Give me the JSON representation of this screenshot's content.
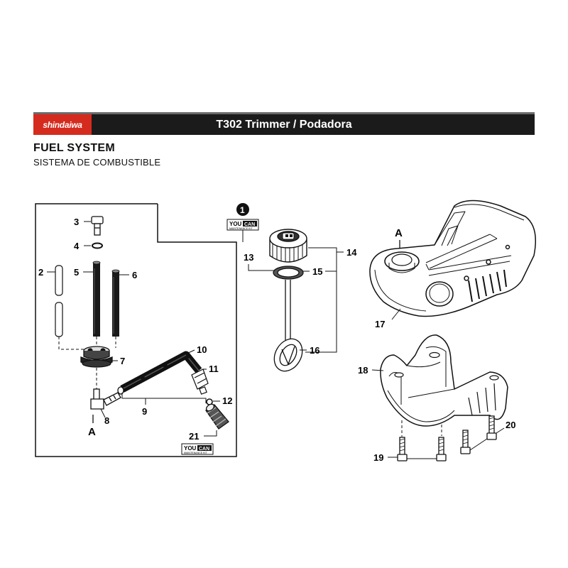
{
  "header": {
    "brand": "shindaiwa",
    "model_title": "T302 Trimmer / Podadora",
    "section_title": "FUEL SYSTEM",
    "section_subtitle": "SISTEMA DE COMBUSTIBLE"
  },
  "kit_badge": {
    "top": "YOU",
    "can": "CAN",
    "bottom": "MAINTENANCE KIT",
    "circle_number": "1"
  },
  "parts": {
    "p2": "2",
    "p3": "3",
    "p4": "4",
    "p5": "5",
    "p6": "6",
    "p7": "7",
    "p8": "8",
    "p9": "9",
    "p10": "10",
    "p11": "11",
    "p12": "12",
    "p13": "13",
    "p14": "14",
    "p15": "15",
    "p16": "16",
    "p17": "17",
    "p18": "18",
    "p19": "19",
    "p20": "20",
    "p21": "21"
  },
  "markers": {
    "a_left": "A",
    "a_tank": "A"
  }
}
